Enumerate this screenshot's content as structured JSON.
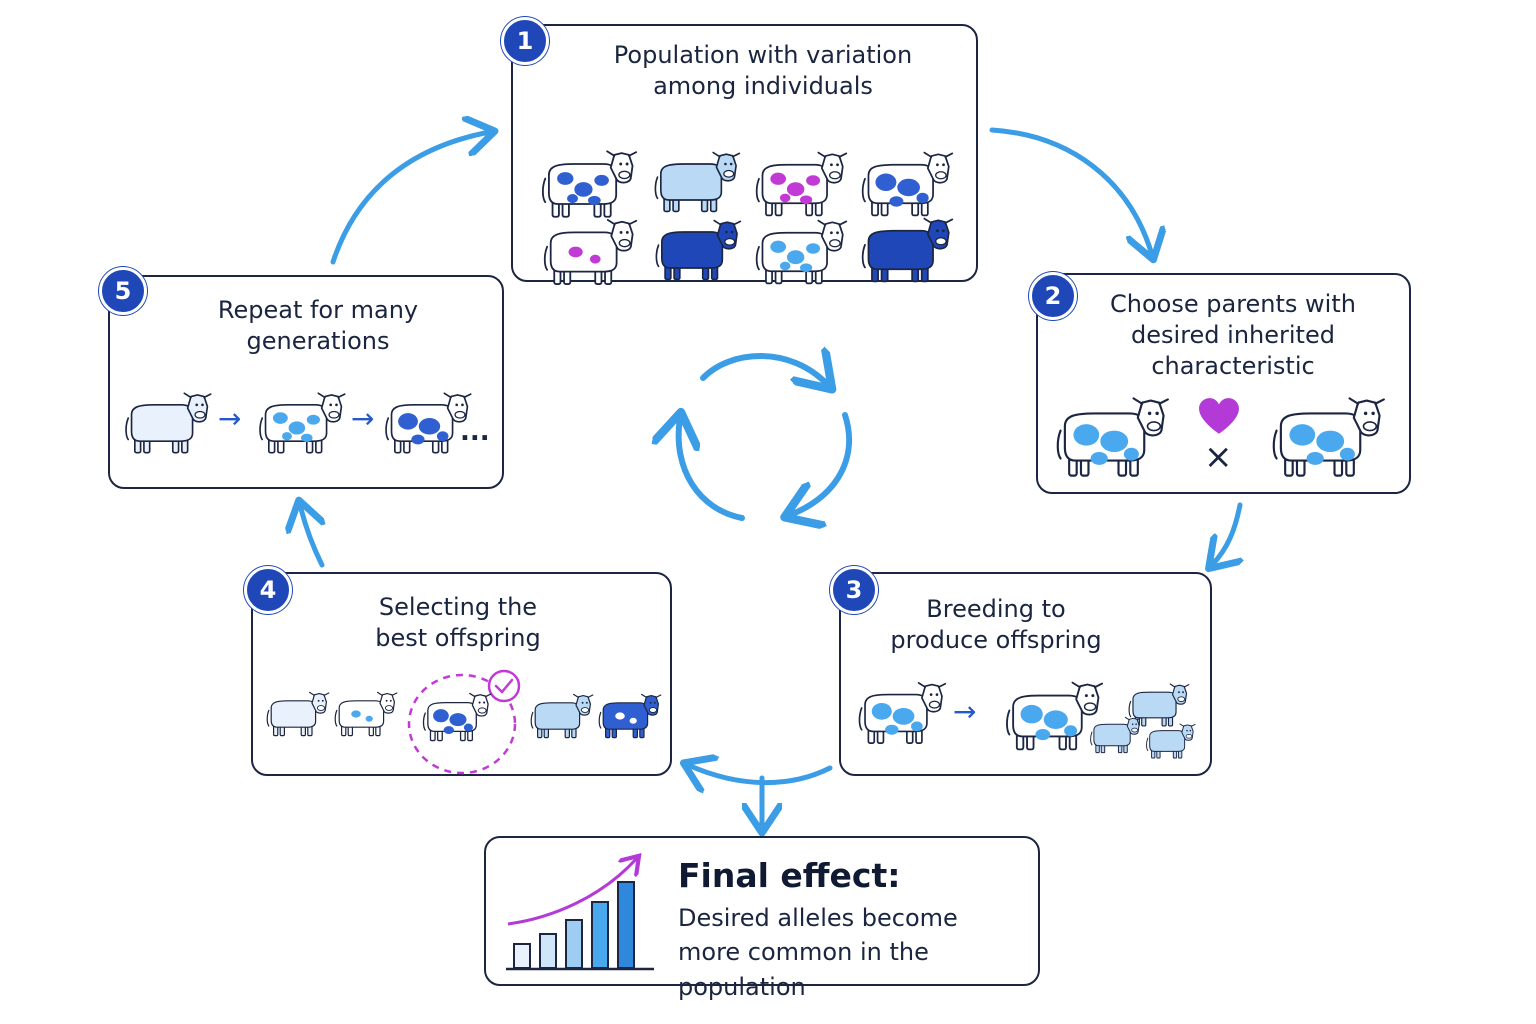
{
  "steps": [
    {
      "number": "1",
      "title": "Population with variation among individuals"
    },
    {
      "number": "2",
      "title": "Choose parents with desired inherited characteristic"
    },
    {
      "number": "3",
      "title": "Breeding to produce offspring"
    },
    {
      "number": "4",
      "title": "Selecting the best offspring"
    },
    {
      "number": "5",
      "title": "Repeat for many generations"
    }
  ],
  "step2": {
    "cross_symbol": "×"
  },
  "step5": {
    "arrow_symbol": "→",
    "ellipsis": "..."
  },
  "step3": {
    "arrow_symbol": "→"
  },
  "final": {
    "title": "Final effect:",
    "text_line1": "Desired alleles become",
    "text_line2": "more common in the population"
  },
  "icons": {
    "cycle": "cycle-arrows-icon",
    "heart": "heart-icon",
    "check": "check-circle-icon",
    "chart": "bar-chart-icon",
    "cow": "cow-icon"
  },
  "colors": {
    "arrow": "#3b9de6",
    "badge": "#1f47b8",
    "border": "#1c2642",
    "spot_blue": "#2f5fd0",
    "spot_light": "#4aa8ee",
    "spot_magenta": "#c23ad6",
    "cow_pale": "#e9f2fc",
    "cow_light": "#b9d9f4",
    "cow_dark": "#1f47b8",
    "heart": "#b43ad8"
  }
}
